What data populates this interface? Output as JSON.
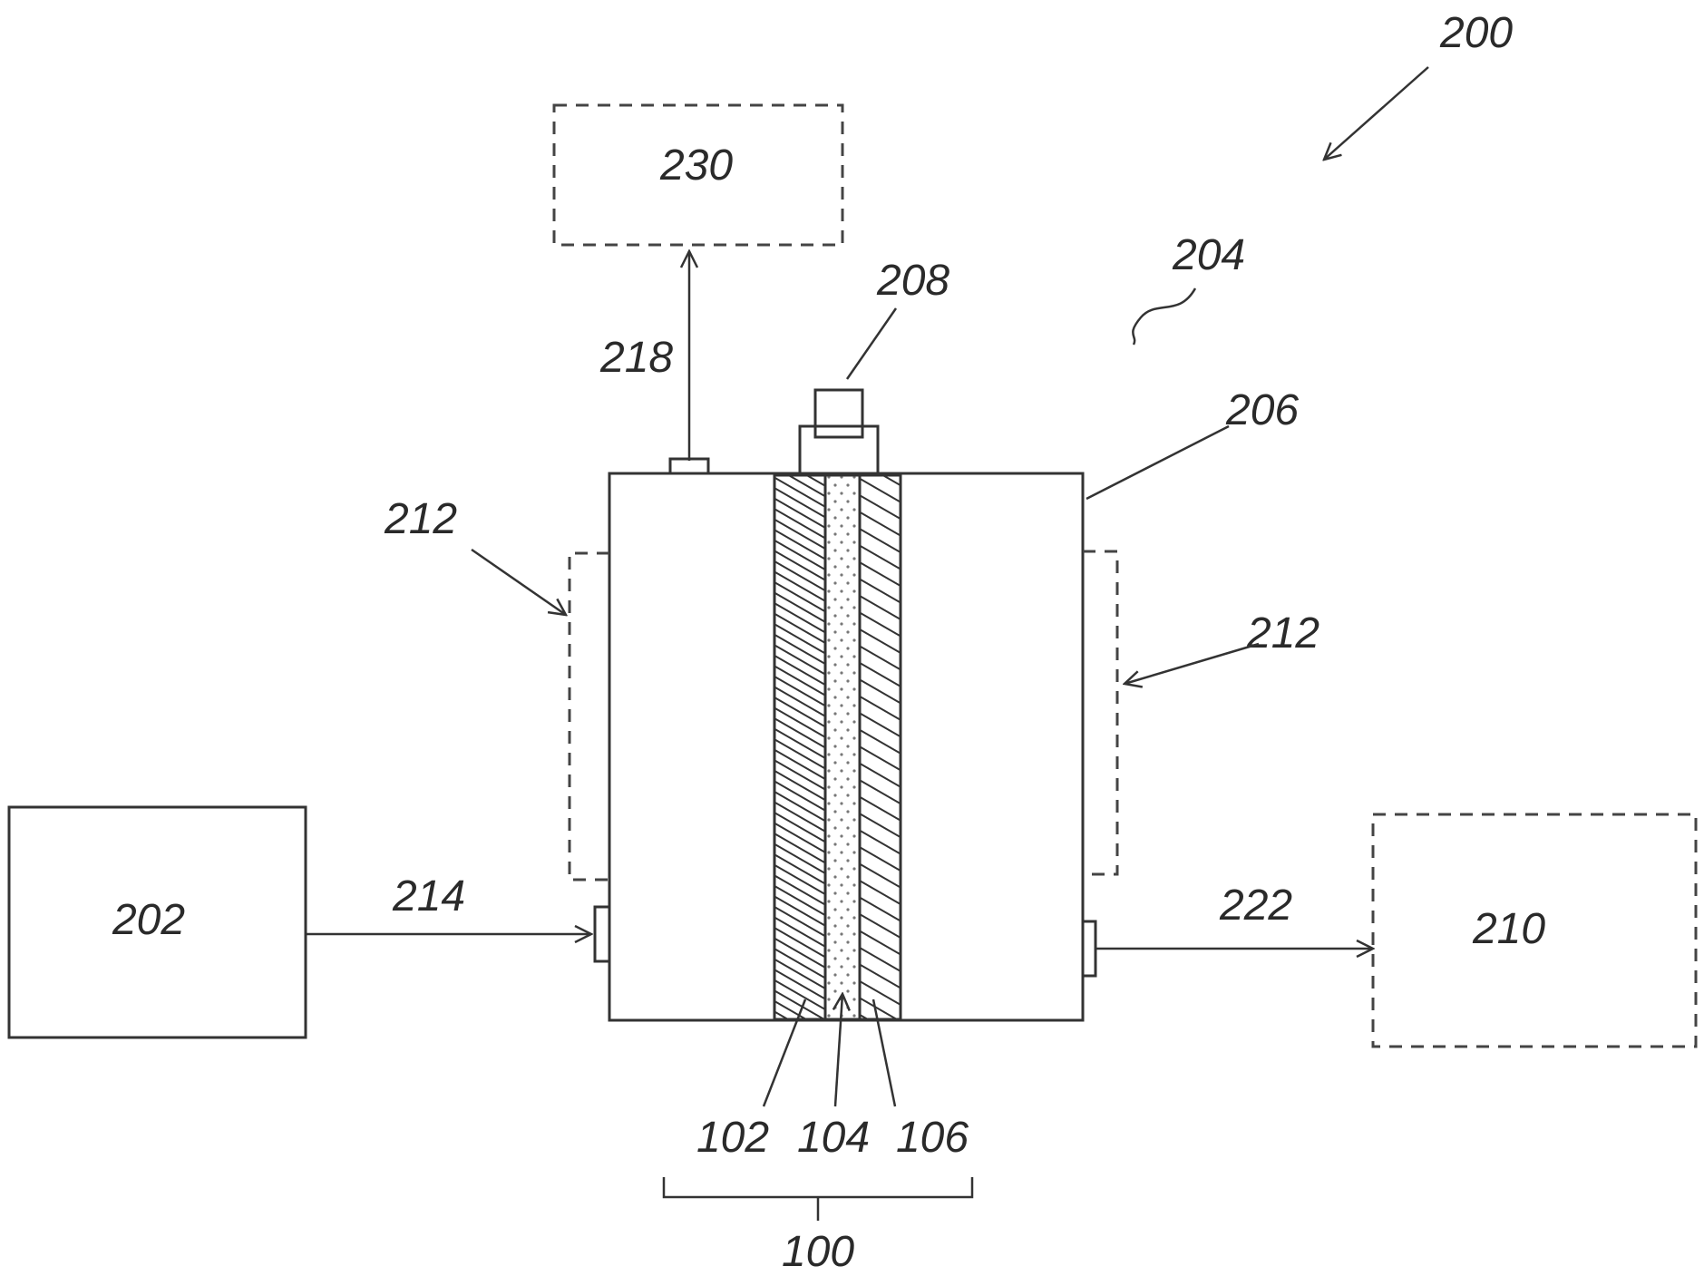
{
  "figure": {
    "labels": {
      "system": "200",
      "assembly": "204",
      "source": "202",
      "housing": "206",
      "top_unit": "208",
      "outlet_unit": "210",
      "jacket_left": "212",
      "jacket_right": "212",
      "inlet_line": "214",
      "top_line": "218",
      "outlet_line": "222",
      "top_box": "230",
      "layer_a": "102",
      "layer_b": "104",
      "layer_c": "106",
      "stack": "100"
    },
    "colors": {
      "line": "#333333",
      "background": "#ffffff"
    }
  }
}
